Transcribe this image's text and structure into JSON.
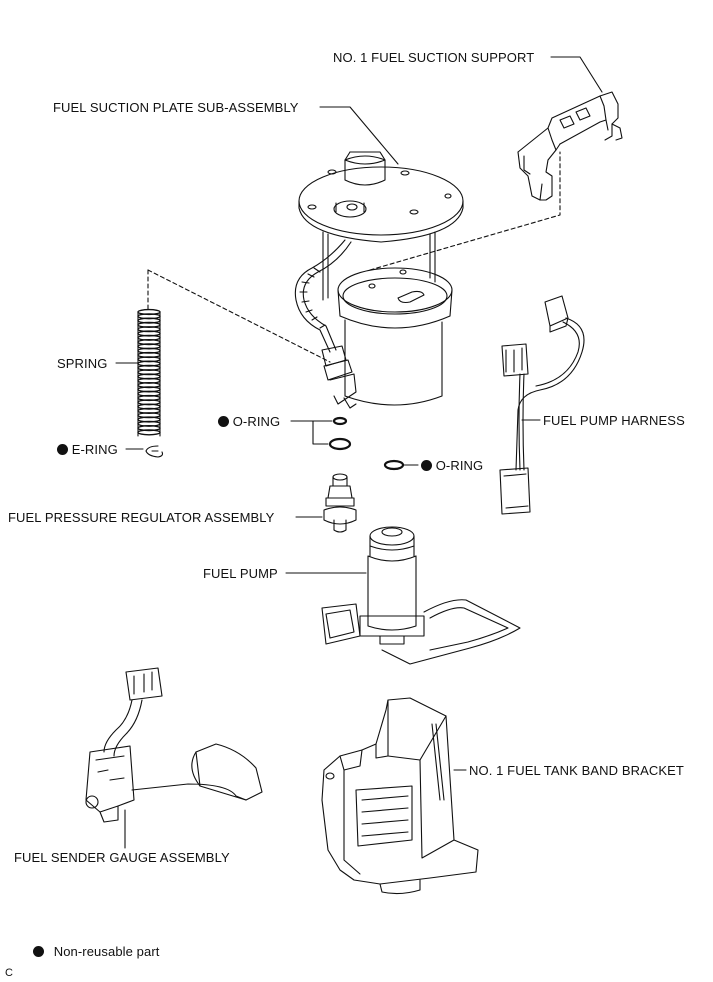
{
  "labels": {
    "no1_fuel_suction_support": "NO. 1 FUEL SUCTION SUPPORT",
    "fuel_suction_plate_sub_assembly": "FUEL SUCTION PLATE SUB-ASSEMBLY",
    "spring": "SPRING",
    "o_ring_upper": "O-RING",
    "e_ring": "E-RING",
    "o_ring_right": "O-RING",
    "fuel_pump_harness": "FUEL PUMP HARNESS",
    "fuel_pressure_regulator_assembly": "FUEL PRESSURE REGULATOR ASSEMBLY",
    "fuel_pump": "FUEL PUMP",
    "no1_fuel_tank_band_bracket": "NO. 1 FUEL TANK BAND BRACKET",
    "fuel_sender_gauge_assembly": "FUEL SENDER GAUGE ASSEMBLY"
  },
  "legend": {
    "non_reusable": "Non-reusable part"
  },
  "corner_code": "C",
  "colors": {
    "ink": "#111111",
    "background": "#ffffff"
  },
  "icons": {
    "non_reusable_marker": "filled-circle"
  }
}
